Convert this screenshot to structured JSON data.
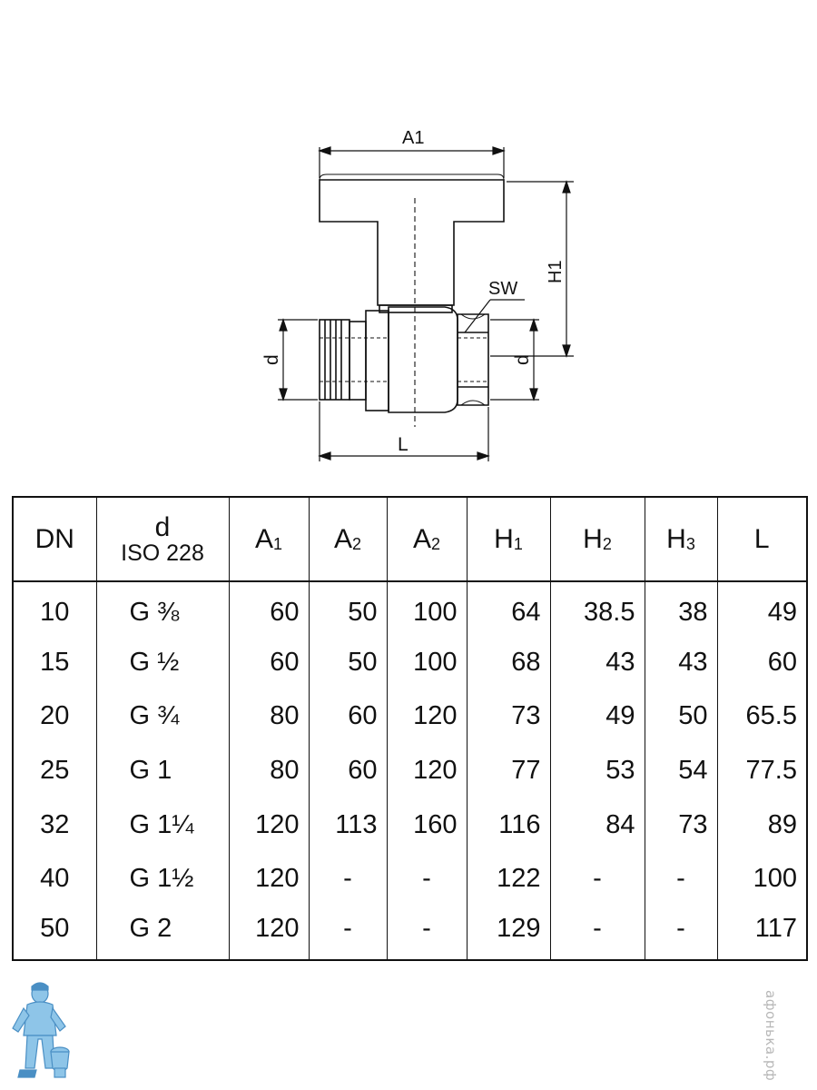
{
  "drawing": {
    "dims": {
      "a1": "A1",
      "h1": "H1",
      "sw": "SW",
      "d_left": "d",
      "d_right": "d",
      "l": "L"
    }
  },
  "table": {
    "headers": [
      "DN",
      "d",
      "A1",
      "A2",
      "A2",
      "H1",
      "H2",
      "H3",
      "L"
    ],
    "d_subheader": "ISO 228",
    "rows": [
      [
        "10",
        "G ⅜",
        "60",
        "50",
        "100",
        "64",
        "38.5",
        "38",
        "49"
      ],
      [
        "15",
        "G ½",
        "60",
        "50",
        "100",
        "68",
        "43",
        "43",
        "60"
      ],
      [
        "20",
        "G ¾",
        "80",
        "60",
        "120",
        "73",
        "49",
        "50",
        "65.5"
      ],
      [
        "25",
        "G 1",
        "80",
        "60",
        "120",
        "77",
        "53",
        "54",
        "77.5"
      ],
      [
        "32",
        "G 1¼",
        "120",
        "113",
        "160",
        "116",
        "84",
        "73",
        "89"
      ],
      [
        "40",
        "G 1½",
        "120",
        "-",
        "-",
        "122",
        "-",
        "-",
        "100"
      ],
      [
        "50",
        "G 2",
        "120",
        "-",
        "-",
        "129",
        "-",
        "-",
        "117"
      ]
    ]
  },
  "footer": {
    "mascot_icon": "plumber-mascot-icon",
    "watermark": "афонька.рф",
    "colors": {
      "mascot": "#8ec5e8",
      "mascot_dark": "#4a8fc4",
      "watermark": "#b8b8b8"
    }
  }
}
